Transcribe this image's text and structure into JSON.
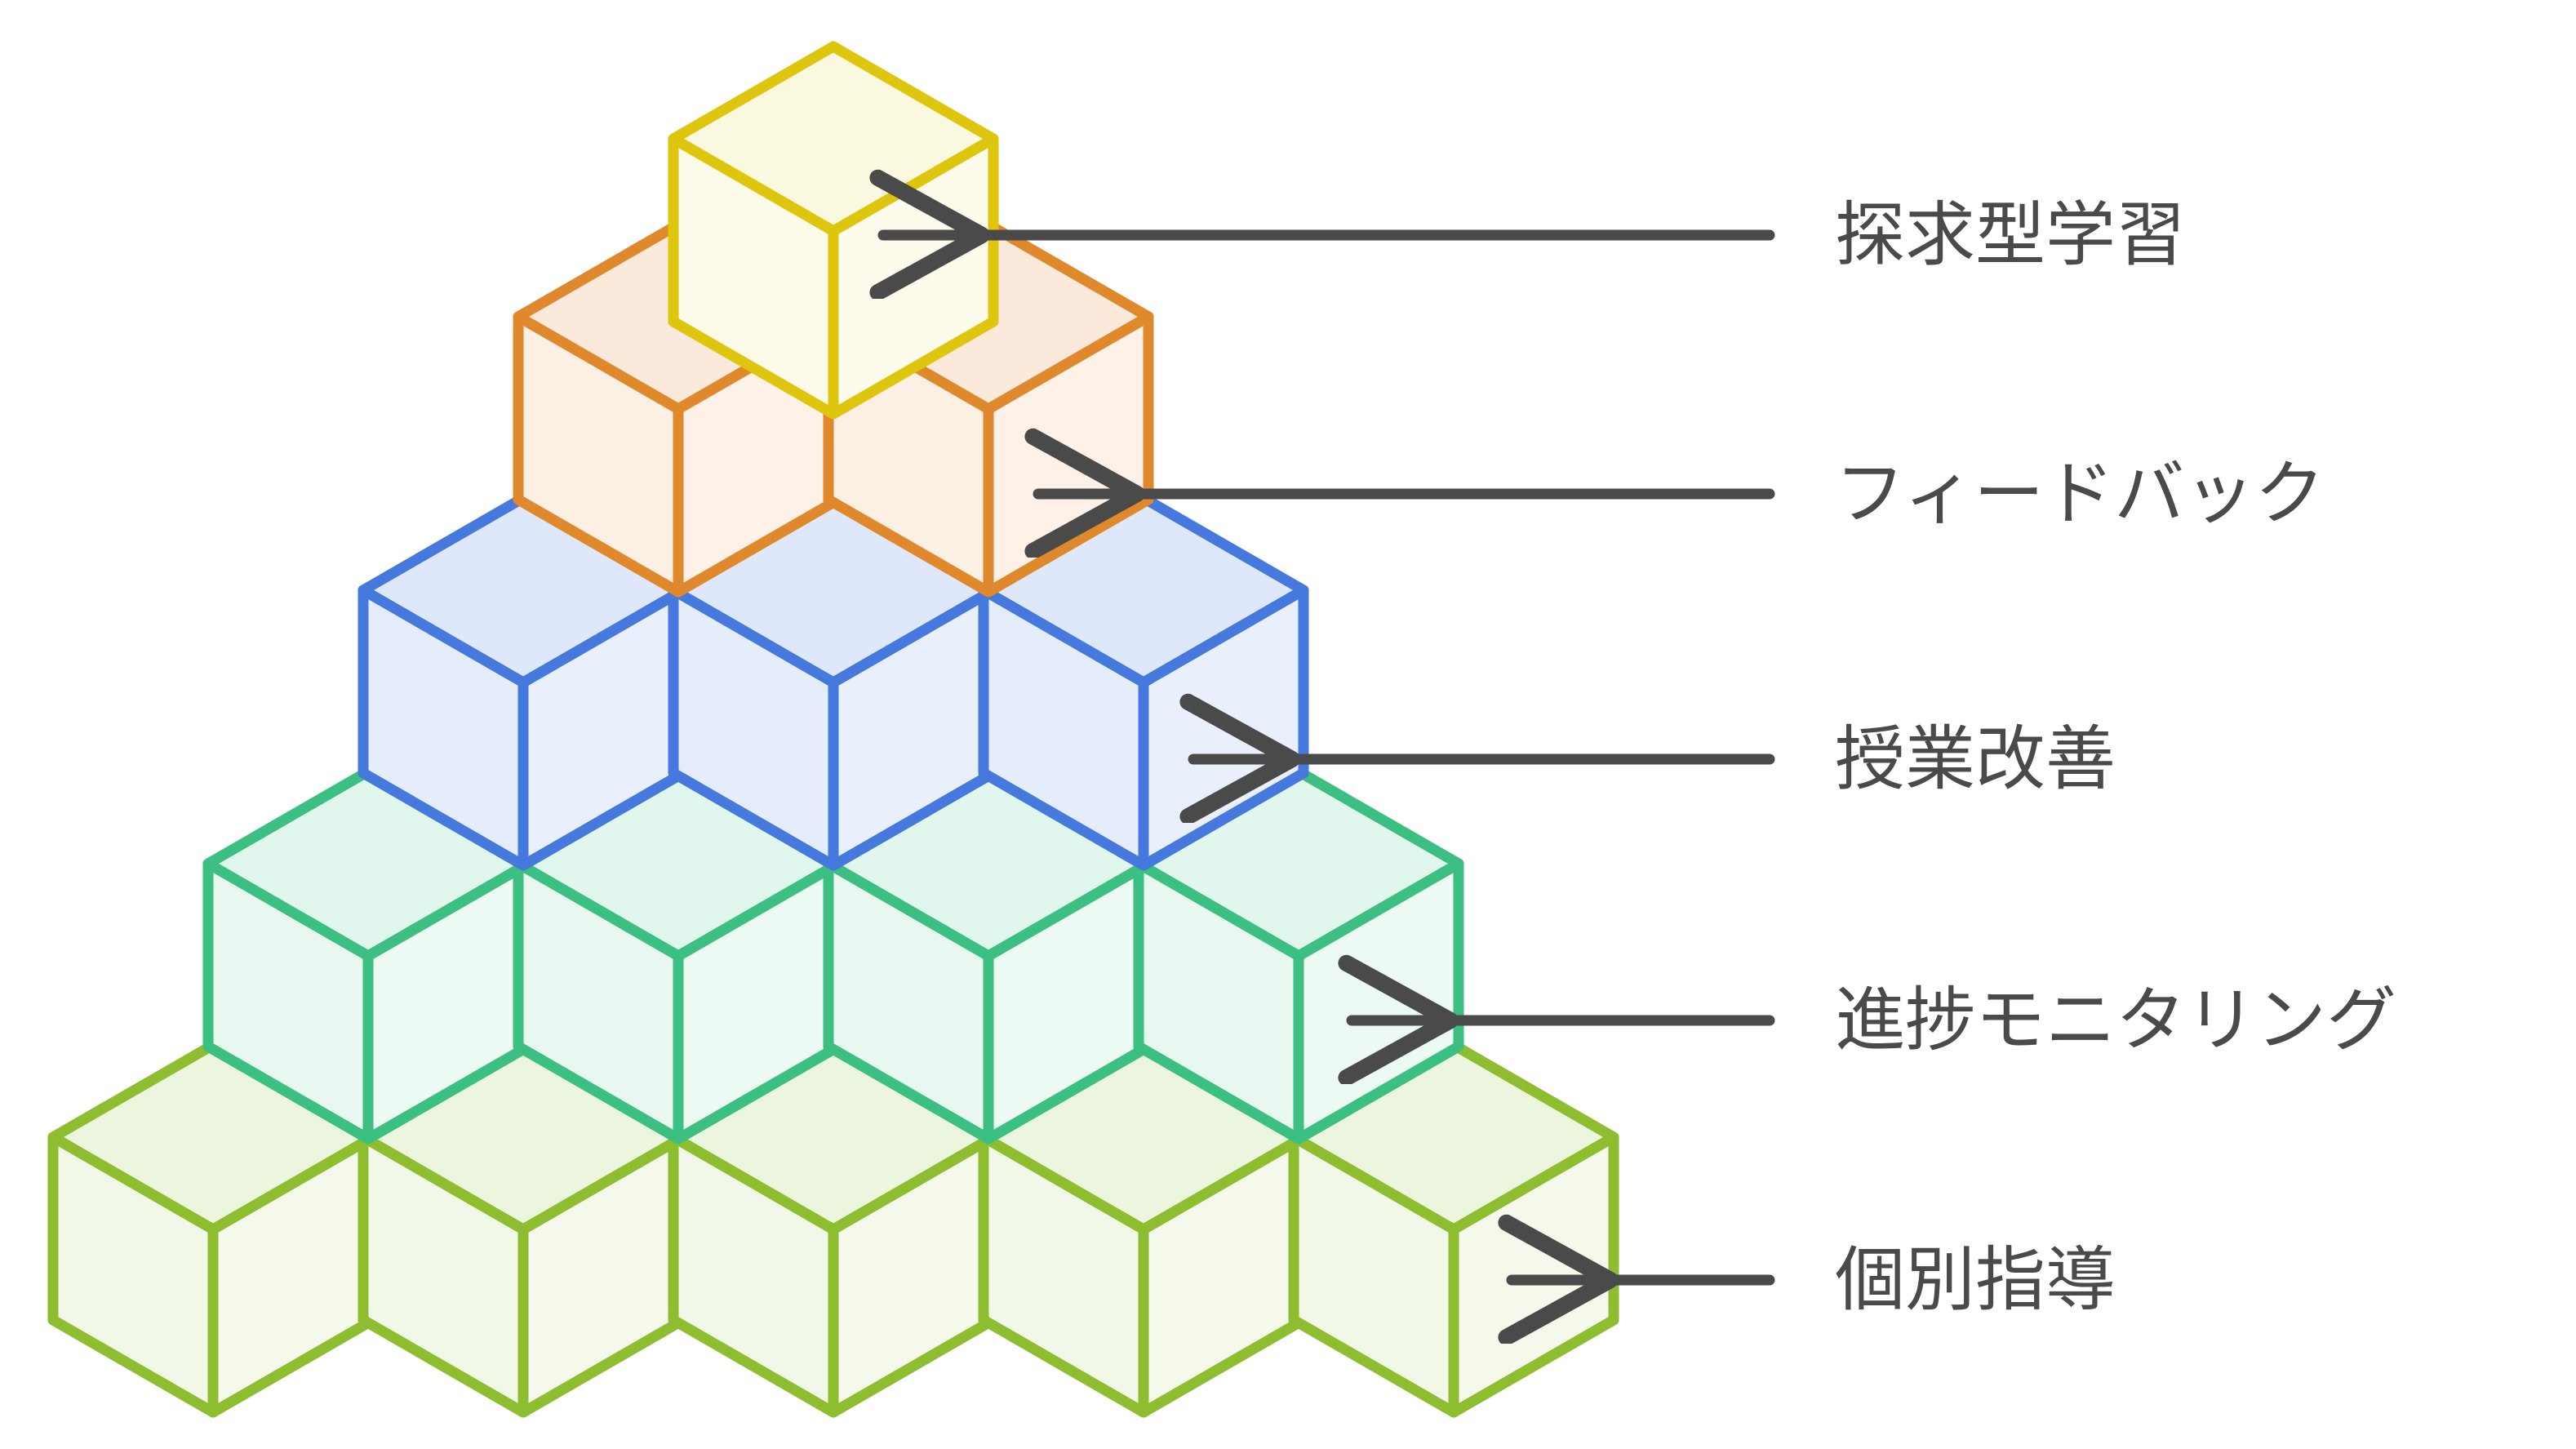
{
  "diagram": {
    "title": "",
    "type": "isometric-cube-pyramid",
    "background_color": "#FFFFFF",
    "arrow_color": "#4A4A4A",
    "label_color": "#4A4A4A",
    "levels": [
      {
        "index": 1,
        "position": "top",
        "label": "探求型学習",
        "cube_count": 1,
        "stroke_color": "#DEC60E",
        "fill_top": "#FBF8E0",
        "fill_left": "#FCFAE8",
        "fill_right": "#FCFBEC"
      },
      {
        "index": 2,
        "position": "second",
        "label": "フィードバック",
        "cube_count": 2,
        "stroke_color": "#E0882C",
        "fill_top": "#FBEADC",
        "fill_left": "#FCEFE4",
        "fill_right": "#FDF1E8"
      },
      {
        "index": 3,
        "position": "third",
        "label": "授業改善",
        "cube_count": 3,
        "stroke_color": "#4579DE",
        "fill_top": "#DFE8FA",
        "fill_left": "#E5EDFB",
        "fill_right": "#E9F0FC"
      },
      {
        "index": 4,
        "position": "fourth",
        "label": "進捗モニタリング",
        "cube_count": 4,
        "stroke_color": "#3CBF82",
        "fill_top": "#E1F6EC",
        "fill_left": "#E8F8F1",
        "fill_right": "#ECFAF3"
      },
      {
        "index": 5,
        "position": "bottom",
        "label": "個別指導",
        "cube_count": 5,
        "stroke_color": "#8EBE30",
        "fill_top": "#ECF5DE",
        "fill_left": "#F1F8E7",
        "fill_right": "#F4F9EC"
      }
    ]
  },
  "chart_data": {
    "type": "pyramid",
    "title": "",
    "orientation": "isometric-3d",
    "categories": [
      "探求型学習",
      "フィードバック",
      "授業改善",
      "進捗モニタリング",
      "個別指導"
    ],
    "values": [
      1,
      2,
      3,
      4,
      5
    ],
    "ylabel": "",
    "xlabel": "",
    "legend": "right-side-arrow-callouts",
    "grid": false,
    "colors": [
      "#DEC60E",
      "#E0882C",
      "#4579DE",
      "#3CBF82",
      "#8EBE30"
    ]
  }
}
